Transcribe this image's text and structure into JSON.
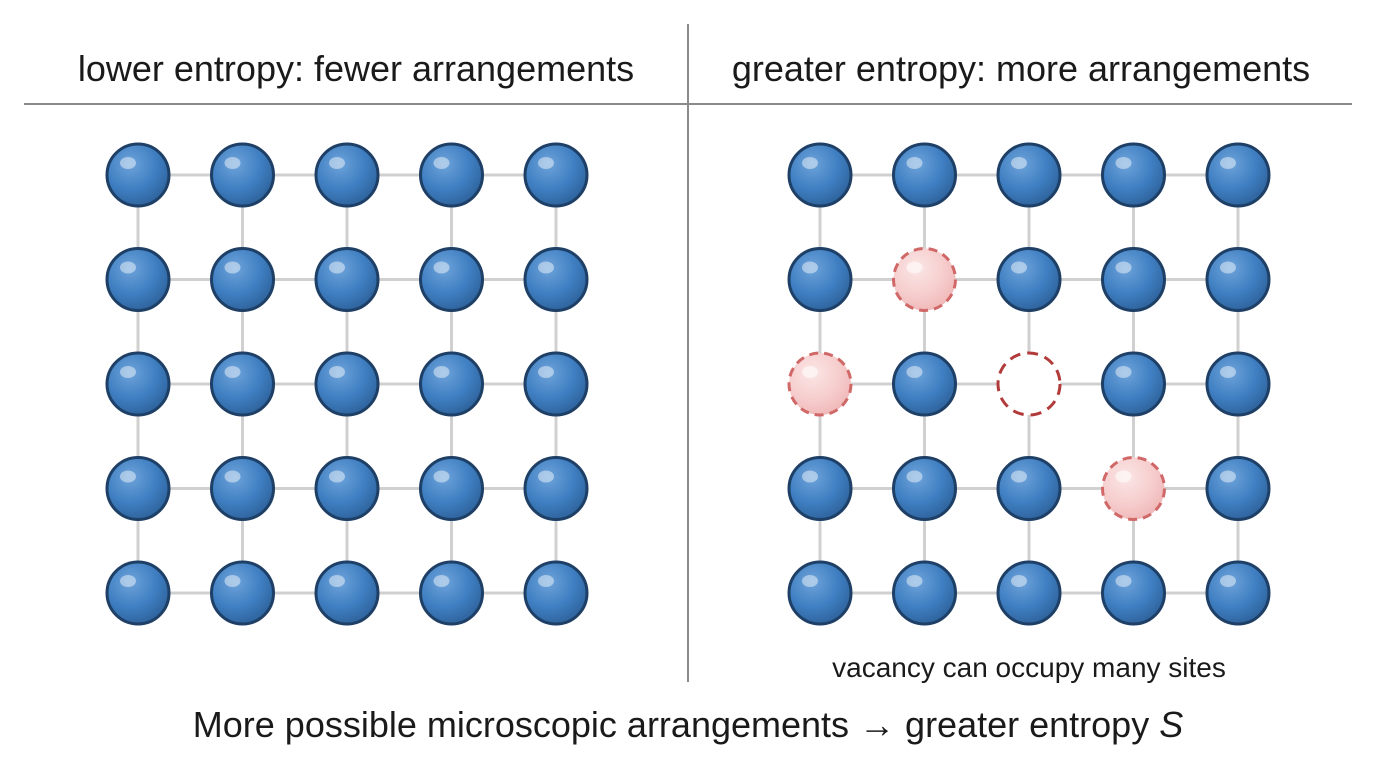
{
  "left_panel": {
    "title": "lower entropy: fewer arrangements",
    "rows": 5,
    "cols": 5,
    "sites": "all occupied"
  },
  "right_panel": {
    "title": "greater entropy: more arrangements",
    "rows": 5,
    "cols": 5,
    "vacancy_site": {
      "row": 3,
      "col": 3
    },
    "possible_vacancy_sites": [
      {
        "row": 2,
        "col": 2
      },
      {
        "row": 3,
        "col": 1
      },
      {
        "row": 4,
        "col": 4
      }
    ],
    "note": "vacancy can occupy many sites"
  },
  "caption": {
    "text": "More possible microscopic arrangements → greater entropy ",
    "symbol": "S"
  },
  "colors": {
    "atom": "#3f7fc2",
    "atom_edge": "#1e3f66",
    "bond": "#d0d0d0",
    "ghost_fill": "#f6cccc",
    "ghost_edge": "#d06868",
    "vacancy_edge": "#b23a3a",
    "rule": "#8a8a8a"
  }
}
